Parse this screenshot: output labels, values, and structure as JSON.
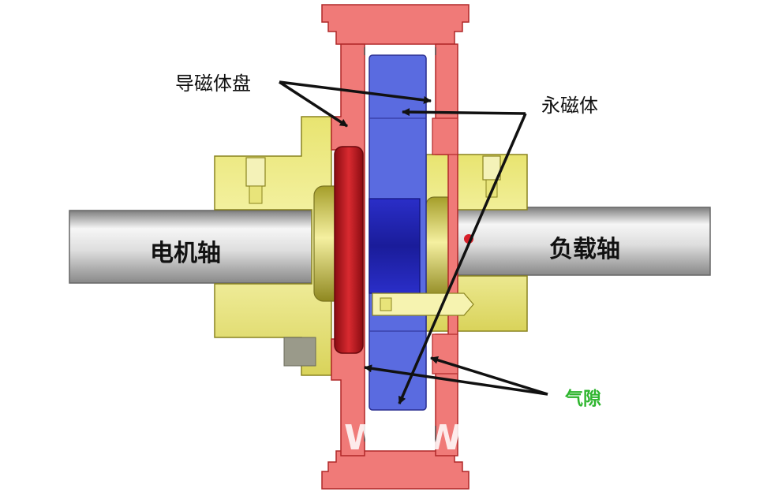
{
  "labels": {
    "flux_disc": "导磁体盘",
    "permanent_magnet": "永磁体",
    "motor_shaft": "电机轴",
    "load_shaft": "负载轴",
    "air_gap": "气隙"
  },
  "watermark": "WWW.",
  "colors": {
    "flux_disc": "#f07a78",
    "flux_disc_edge": "#b02828",
    "magnet": "#5a6be0",
    "magnet_dark": "#1c1fa8",
    "rotor_disc": "#b8141c",
    "hub": "#f2ef8a",
    "hub_edge": "#8a8420",
    "shaft_light": "#f4f4f4",
    "shaft_dark": "#8c8c8c",
    "label_green": "#2db52d"
  }
}
